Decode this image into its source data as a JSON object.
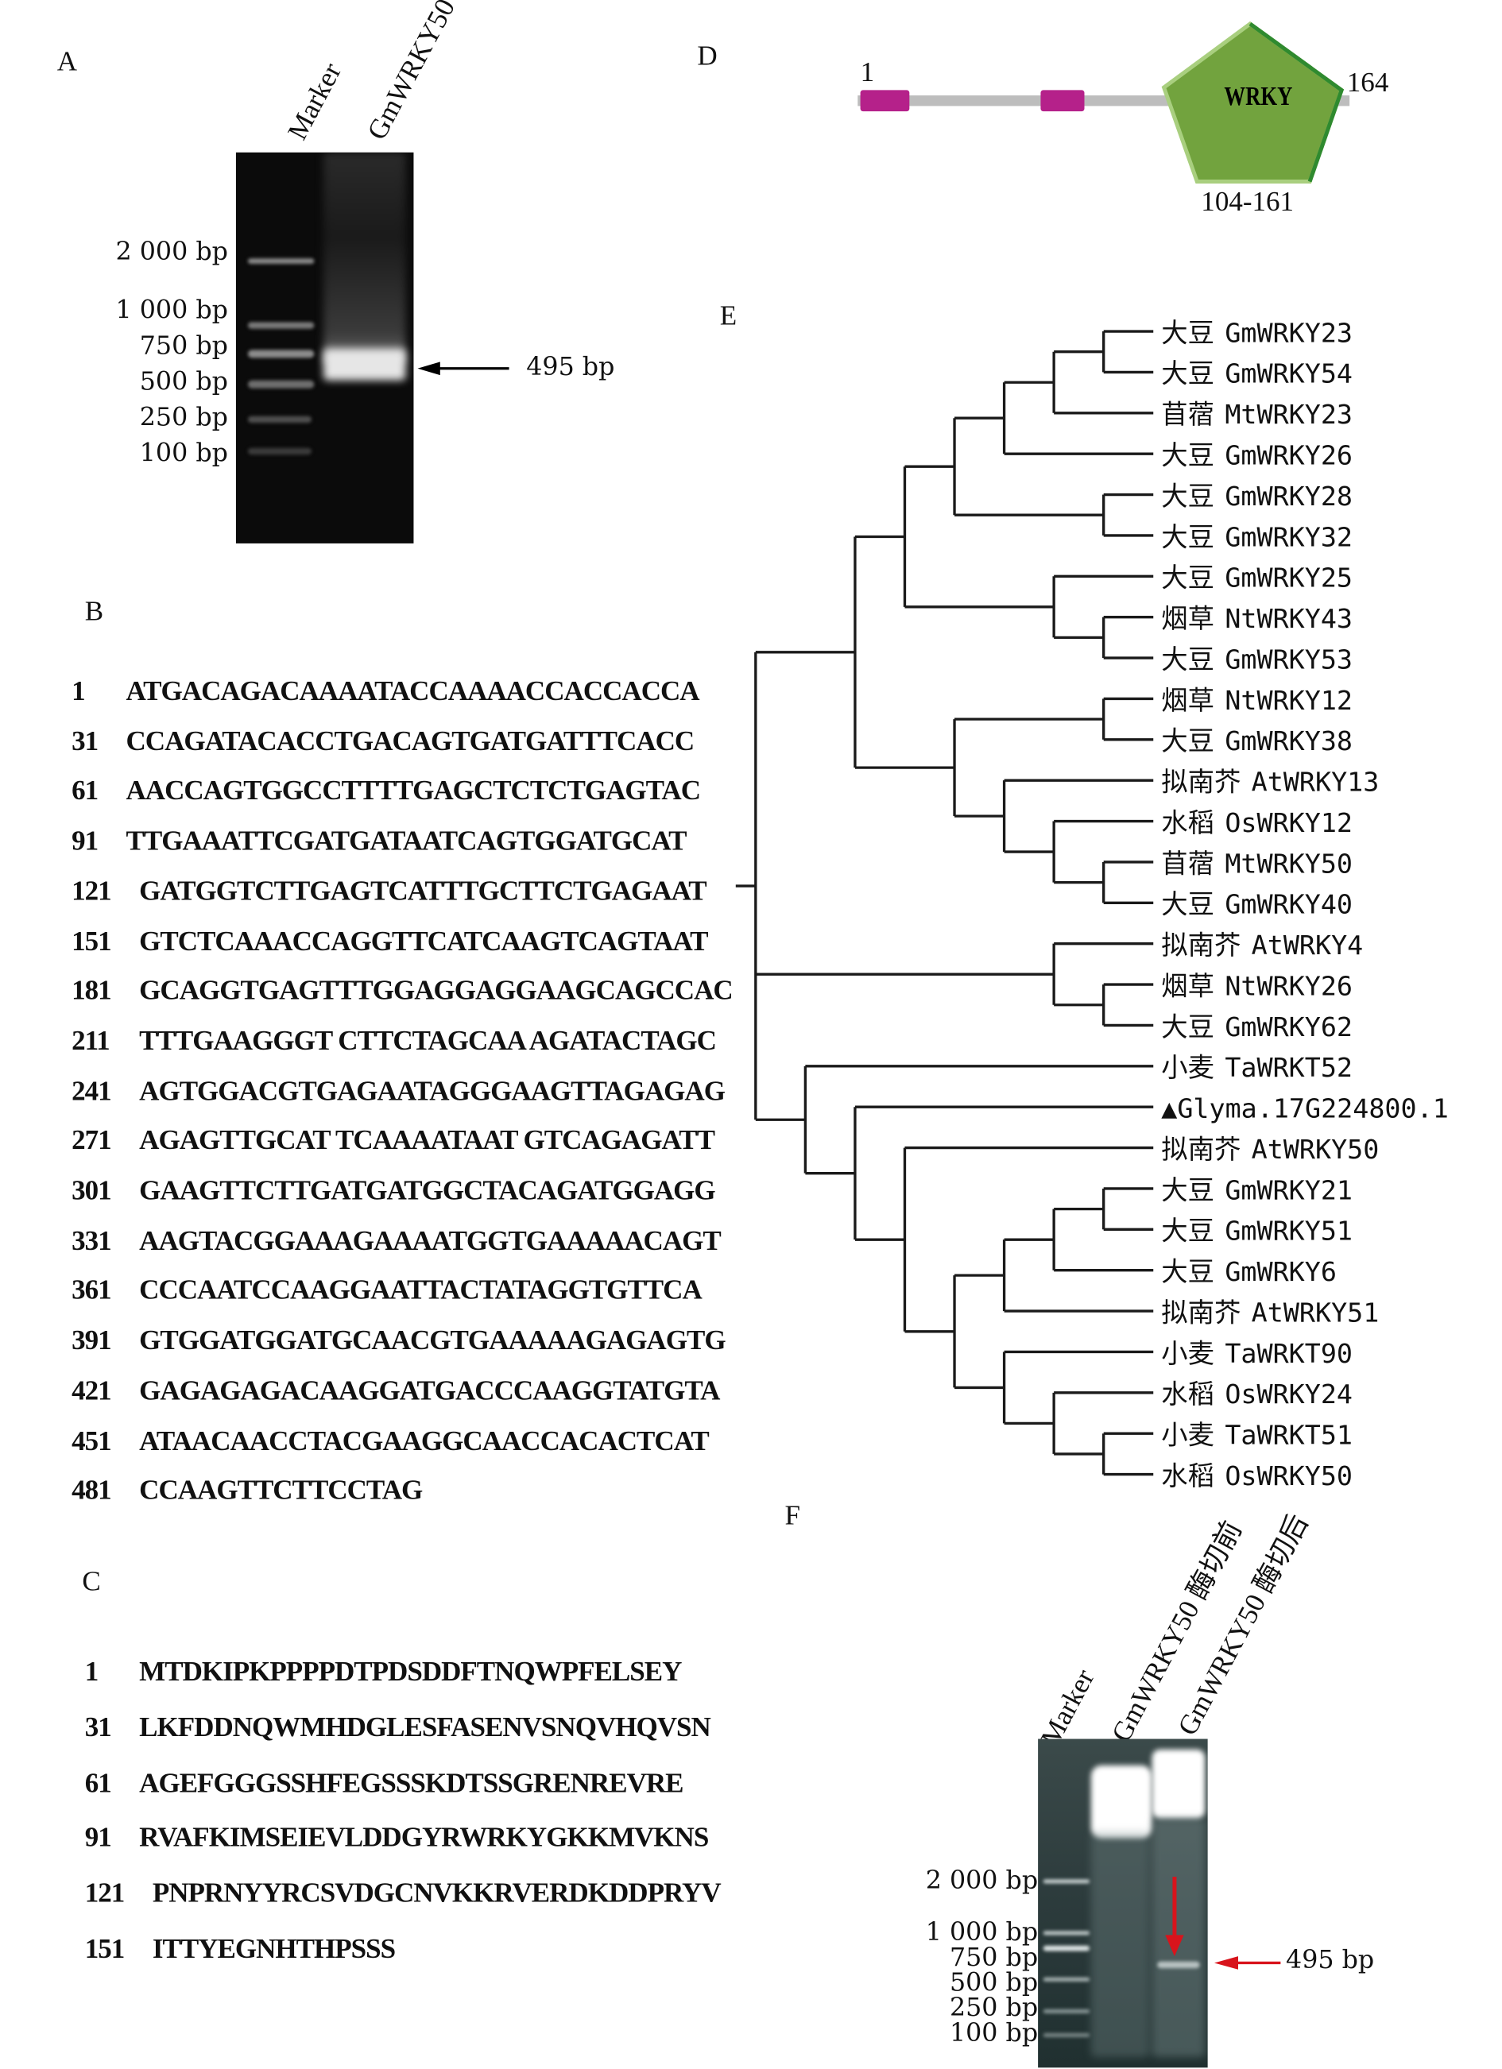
{
  "panels": {
    "a": "A",
    "b": "B",
    "c": "C",
    "d": "D",
    "e": "E",
    "f": "F"
  },
  "gel_a": {
    "lanes": [
      "Marker",
      "GmWRKY50"
    ],
    "markers": [
      "2 000 bp",
      "1 000 bp",
      "750 bp",
      "500 bp",
      "250 bp",
      "100 bp"
    ],
    "band_label": "495 bp"
  },
  "domain_d": {
    "start": "1",
    "end": "164",
    "domain": "WRKY",
    "range": "104-161",
    "colors": {
      "backbone": "#bdbdbd",
      "motif": "#b5218a",
      "domain": "#72a33e"
    }
  },
  "tree": {
    "leaves": [
      {
        "species": "大豆",
        "id": "GmWRKY23"
      },
      {
        "species": "大豆",
        "id": "GmWRKY54"
      },
      {
        "species": "苜蓿",
        "id": "MtWRKY23"
      },
      {
        "species": "大豆",
        "id": "GmWRKY26"
      },
      {
        "species": "大豆",
        "id": "GmWRKY28"
      },
      {
        "species": "大豆",
        "id": "GmWRKY32"
      },
      {
        "species": "大豆",
        "id": "GmWRKY25"
      },
      {
        "species": "烟草",
        "id": "NtWRKY43"
      },
      {
        "species": "大豆",
        "id": "GmWRKY53"
      },
      {
        "species": "烟草",
        "id": "NtWRKY12"
      },
      {
        "species": "大豆",
        "id": "GmWRKY38"
      },
      {
        "species": "拟南芥",
        "id": "AtWRKY13"
      },
      {
        "species": "水稻",
        "id": "OsWRKY12"
      },
      {
        "species": "苜蓿",
        "id": "MtWRKY50"
      },
      {
        "species": "大豆",
        "id": "GmWRKY40"
      },
      {
        "species": "拟南芥",
        "id": "AtWRKY4"
      },
      {
        "species": "烟草",
        "id": "NtWRKY26"
      },
      {
        "species": "大豆",
        "id": "GmWRKY62"
      },
      {
        "species": "小麦",
        "id": "TaWRKT52"
      },
      {
        "species": "▲",
        "id": "Glyma.17G224800.1"
      },
      {
        "species": "拟南芥",
        "id": "AtWRKY50"
      },
      {
        "species": "大豆",
        "id": "GmWRKY21"
      },
      {
        "species": "大豆",
        "id": "GmWRKY51"
      },
      {
        "species": "大豆",
        "id": "GmWRKY6"
      },
      {
        "species": "拟南芥",
        "id": "AtWRKY51"
      },
      {
        "species": "小麦",
        "id": "TaWRKT90"
      },
      {
        "species": "水稻",
        "id": "OsWRKY24"
      },
      {
        "species": "小麦",
        "id": "TaWRKT51"
      },
      {
        "species": "水稻",
        "id": "OsWRKY50"
      }
    ],
    "topology": [
      [
        [
          [
            [
              [
                [
                  0,
                  1
                ],
                2
              ],
              3
            ],
            [
              4,
              5
            ]
          ],
          [
            6,
            [
              7,
              8
            ]
          ]
        ],
        [
          [
            9,
            10
          ],
          [
            11,
            [
              12,
              [
                13,
                14
              ]
            ]
          ]
        ]
      ],
      [
        15,
        [
          16,
          17
        ]
      ],
      [
        18,
        [
          19,
          [
            20,
            [
              [
                [
                  [
                    21,
                    22
                  ],
                  23
                ],
                24
              ],
              [
                25,
                [
                  26,
                  [
                    27,
                    28
                  ]
                ]
              ]
            ]
          ]
        ]
      ]
    ]
  },
  "dna_sequence": [
    {
      "pos": "1",
      "seq": "ATGACAGACAAAATACCAAAACCACCACCA"
    },
    {
      "pos": "31",
      "seq": "CCAGATACACCTGACAGTGATGATTTCACC"
    },
    {
      "pos": "61",
      "seq": "AACCAGTGGCCTTTTGAGCTCTCTGAGTAC"
    },
    {
      "pos": "91",
      "seq": "TTGAAATTCGATGATAATCAGTGGATGCAT"
    },
    {
      "pos": "121",
      "seq": "GATGGTCTTGAGTCATTTGCTTCTGAGAAT"
    },
    {
      "pos": "151",
      "seq": "GTCTCAAACCAGGTTCATCAAGTCAGTAAT"
    },
    {
      "pos": "181",
      "seq": "GCAGGTGAGTTTGGAGGAGGAAGCAGCCAC"
    },
    {
      "pos": "211",
      "seq": "TTTGAAGGGT CTTCTAGCAA AGATACTAGC"
    },
    {
      "pos": "241",
      "seq": "AGTGGACGTGAGAATAGGGAAGTTAGAGAG"
    },
    {
      "pos": "271",
      "seq": "AGAGTTGCAT TCAAAATAAT GTCAGAGATT"
    },
    {
      "pos": "301",
      "seq": "GAAGTTCTTGATGATGGCTACAGATGGAGG"
    },
    {
      "pos": "331",
      "seq": "AAGTACGGAAAGAAAATGGTGAAAAACAGT"
    },
    {
      "pos": "361",
      "seq": "CCCAATCCAAGGAATTACTATAGGTGTTCA"
    },
    {
      "pos": "391",
      "seq": "GTGGATGGATGCAACGTGAAAAAGAGAGTG"
    },
    {
      "pos": "421",
      "seq": "GAGAGAGACAAGGATGACCCAAGGTATGTA"
    },
    {
      "pos": "451",
      "seq": "ATAACAACCTACGAAGGCAACCACACTCAT"
    },
    {
      "pos": "481",
      "seq": "CCAAGTTCTTCCTAG"
    }
  ],
  "protein_sequence": [
    {
      "pos": "1",
      "seq": "MTDKIPKPPPPDTPDSDDFTNQWPFELSEY"
    },
    {
      "pos": "31",
      "seq": "LKFDDNQWMHDGLESFASENVSNQVHQVSN"
    },
    {
      "pos": "61",
      "seq": "AGEFGGGSSHFEGSSSKDTSSGRENREVRE"
    },
    {
      "pos": "91",
      "seq": "RVAFKIMSEIEVLDDGYRWRKYGKKMVKNS"
    },
    {
      "pos": "121",
      "seq": "PNPRNYYRCSVDGCNVKKRVERDKDDPRYV"
    },
    {
      "pos": "151",
      "seq": "ITTYEGNHTHPSSS"
    }
  ],
  "gel_f": {
    "lanes": [
      "Marker",
      "GmWRKY50 酶切前",
      "GmWRKY50 酶切后"
    ],
    "markers": [
      "2 000 bp",
      "1 000 bp",
      "750 bp",
      "500 bp",
      "250 bp",
      "100 bp"
    ],
    "band_label": "495 bp",
    "arrow_color": "#d8141c"
  }
}
